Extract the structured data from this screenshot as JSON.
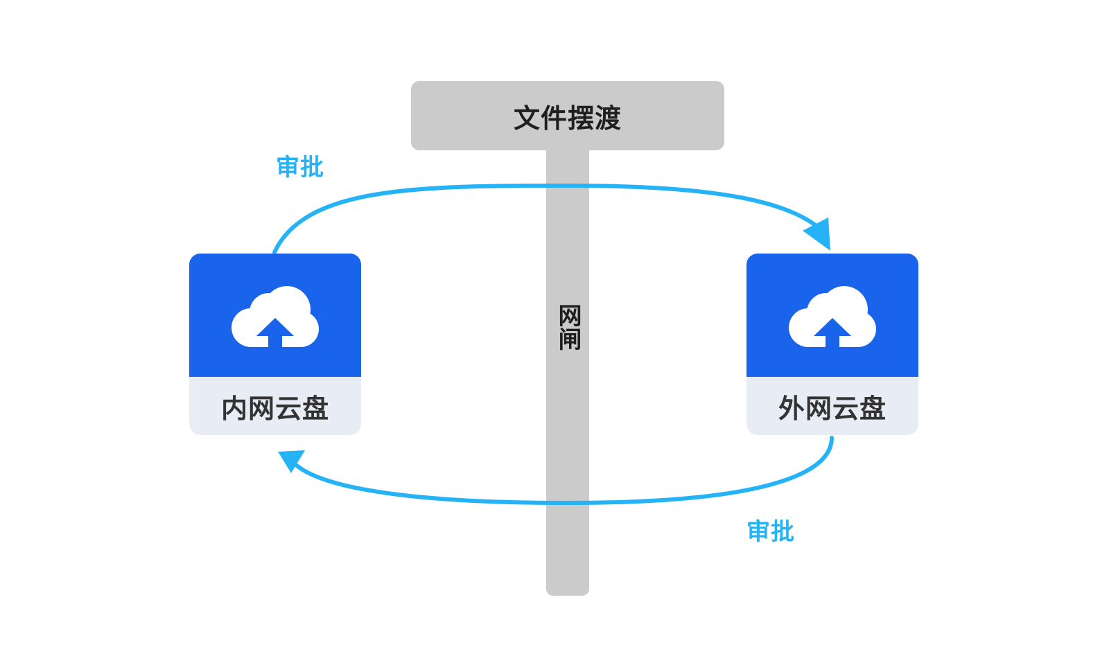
{
  "gateway": {
    "title": "文件摆渡",
    "label": "网闸"
  },
  "internal_disk": {
    "label": "内网云盘",
    "icon": "cloud-upload-icon"
  },
  "external_disk": {
    "label": "外网云盘",
    "icon": "cloud-upload-icon"
  },
  "flows": {
    "top_label": "审批",
    "bottom_label": "审批"
  },
  "colors": {
    "accent": "#25b3f5",
    "disk_blue": "#1a64ec",
    "gate_gray": "#cbcbcb"
  }
}
